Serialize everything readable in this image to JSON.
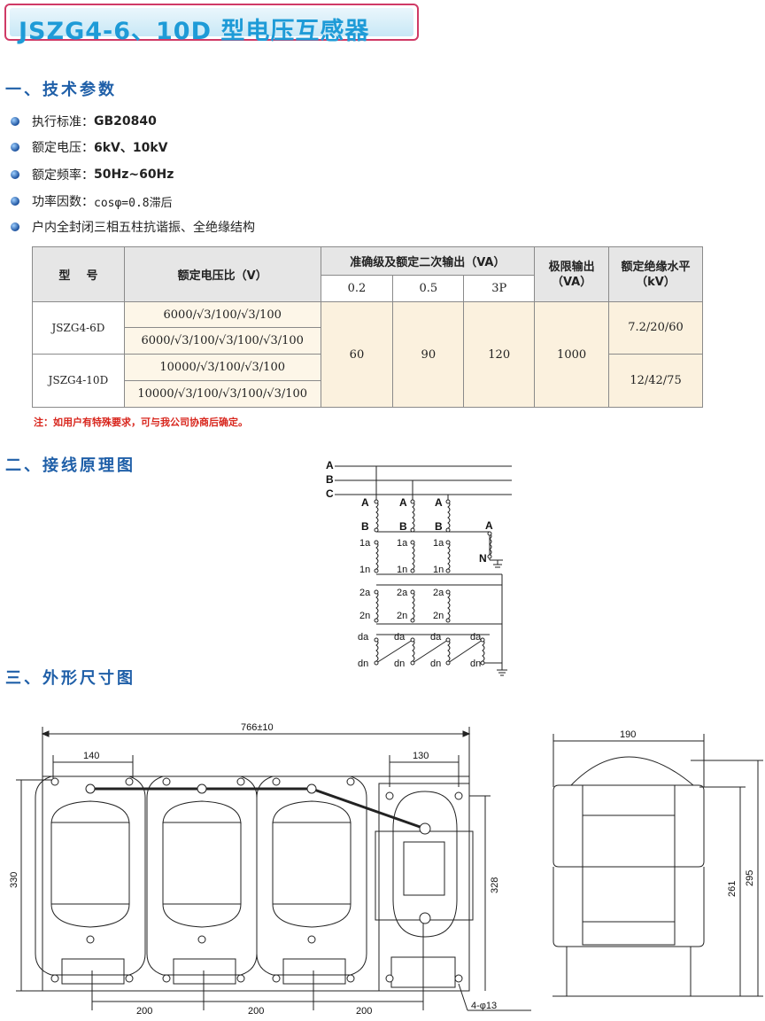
{
  "title": "JSZG4-6、10D 型电压互感器",
  "sections": {
    "s1": "一、技术参数",
    "s2": "二、接线原理图",
    "s3": "三、外形尺寸图"
  },
  "bullets": [
    {
      "label": "执行标准：",
      "value": "GB20840"
    },
    {
      "label": "额定电压：",
      "value": "6kV、10kV"
    },
    {
      "label": "额定频率：",
      "value": "50Hz~60Hz"
    },
    {
      "label": "功率因数：",
      "value": "cosφ=0.8滞后"
    },
    {
      "label": "户内全封闭三相五柱抗谐振、全绝缘结构",
      "value": ""
    }
  ],
  "table": {
    "h_model": "型    号",
    "h_ratio": "额定电压比（V）",
    "h_accuracy": "准确级及额定二次输出（VA）",
    "h_limit": "极限输出\n（VA）",
    "h_insulation": "额定绝缘水平\n（kV）",
    "classes": [
      "0.2",
      "0.5",
      "3P"
    ],
    "models": [
      "JSZG4-6D",
      "JSZG4-10D"
    ],
    "ratios": [
      "6000/√3/100/√3/100",
      "6000/√3/100/√3/100/√3/100",
      "10000/√3/100/√3/100",
      "10000/√3/100/√3/100/√3/100"
    ],
    "outputs": [
      "60",
      "90",
      "120"
    ],
    "limit": "1000",
    "insulation": [
      "7.2/20/60",
      "12/42/75"
    ]
  },
  "note": "注：如用户有特殊要求，可与我公司协商后确定。",
  "wiring": {
    "phases": [
      "A",
      "B",
      "C"
    ],
    "term_a": "A",
    "term_b": "B",
    "term_1a": "1a",
    "term_1n": "1n",
    "term_2a": "2a",
    "term_2n": "2n",
    "term_da": "da",
    "term_dn": "dn",
    "aux_a": "A",
    "aux_n": "N"
  },
  "dims": {
    "total_width": "766±10",
    "unit_width": "140",
    "aux_width": "130",
    "height": "330",
    "aux_height": "328",
    "pitch": "200",
    "holes": "4-φ13",
    "side_width": "190",
    "side_h1": "261",
    "side_h2": "295"
  }
}
